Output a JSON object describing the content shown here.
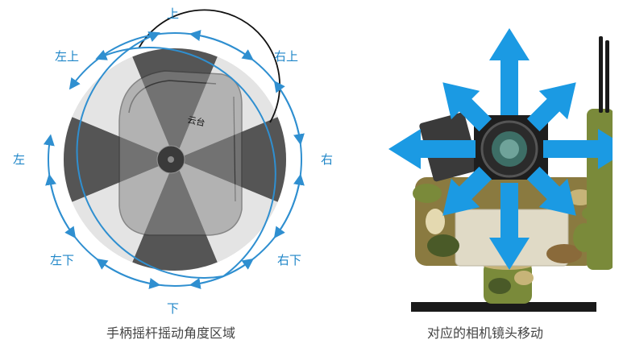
{
  "left_panel": {
    "directions": {
      "up": "上",
      "down": "下",
      "left": "左",
      "right": "右",
      "up_left": "左上",
      "up_right": "右上",
      "down_left": "左下",
      "down_right": "右下"
    },
    "joystick_label": "云台",
    "caption": "手柄摇杆摇动角度区域",
    "ring_color": "#2f8fd0",
    "sector_dark_color": "#555555",
    "sector_light_color": "#cfcfcf"
  },
  "right_panel": {
    "caption": "对应的相机镜头移动",
    "arrow_color": "#1b9ae3",
    "arrow_count": 8,
    "camo_colors": [
      "#7a8a3a",
      "#4a5a28",
      "#c7b478",
      "#8a6a3a",
      "#e4d9b0"
    ]
  }
}
